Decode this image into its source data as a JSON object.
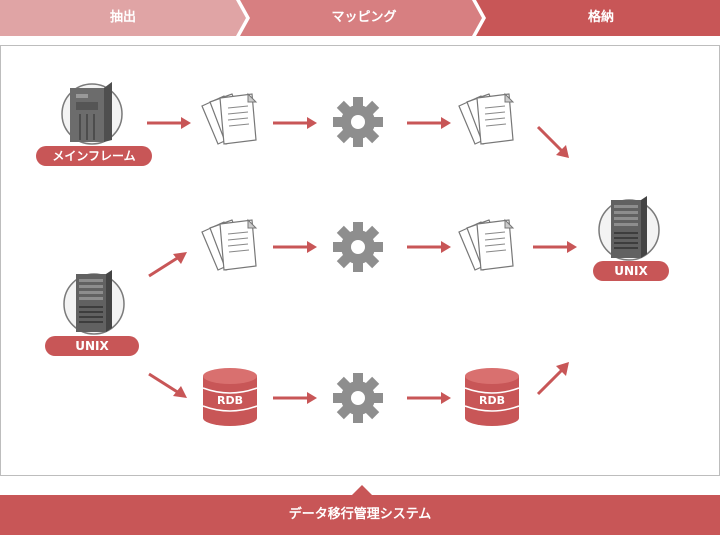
{
  "steps": [
    {
      "label": "抽出"
    },
    {
      "label": "マッピング"
    },
    {
      "label": "格納"
    }
  ],
  "sources": {
    "mainframe": "メインフレーム",
    "unix": "UNIX"
  },
  "target": {
    "unix": "UNIX"
  },
  "rdb": {
    "source_label": "RDB",
    "target_label": "RDB"
  },
  "footer": {
    "label": "データ移行管理システム"
  },
  "colors": {
    "accent": "#c85657",
    "step1": "#e0a4a5",
    "step2": "#d77f81",
    "step3": "#c85657",
    "arrow": "#c85657",
    "gear": "#8e8e8e"
  }
}
